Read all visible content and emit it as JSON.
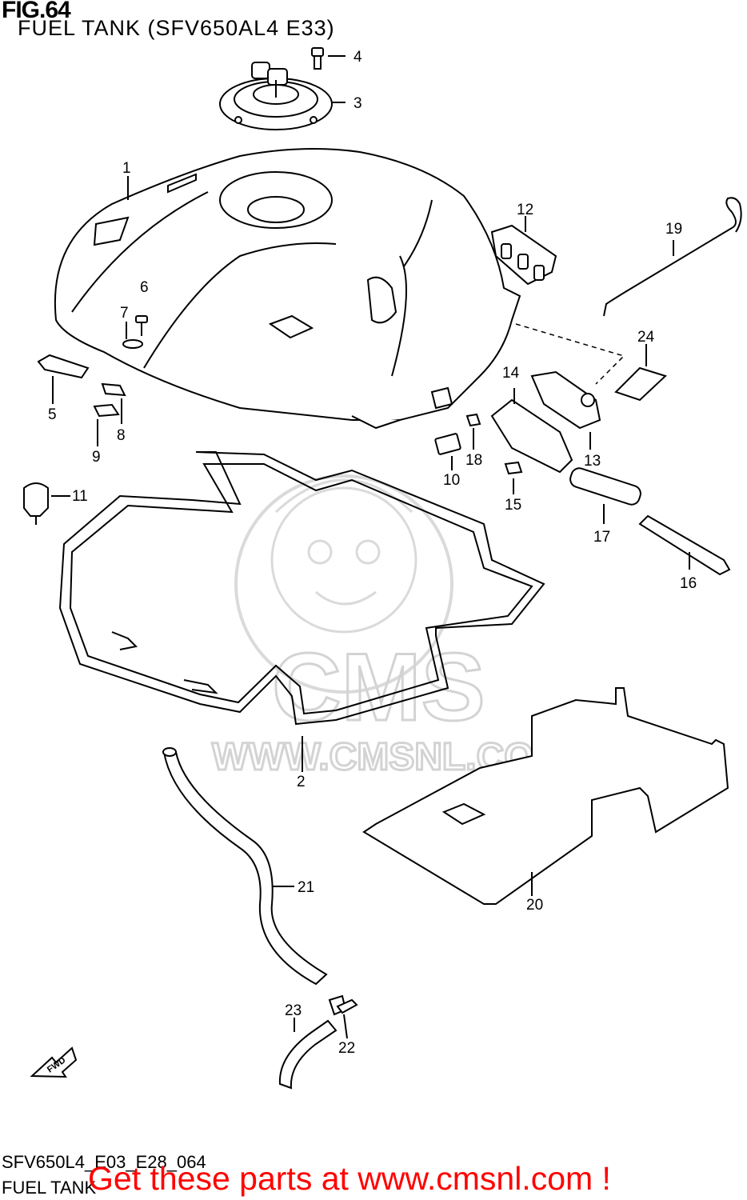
{
  "header": {
    "fig_label": "FIG.64",
    "subtitle": "FUEL TANK (SFV650AL4 E33)"
  },
  "footer": {
    "code": "SFV650L4_E03_E28_064",
    "name": "FUEL TANK",
    "banner": "Get these parts at www.cmsnl.com !"
  },
  "watermark": {
    "brand": "CMS",
    "url": "WWW.CMSNL.COM"
  },
  "badge": {
    "fwd": "FWD"
  },
  "callouts": [
    "1",
    "2",
    "3",
    "4",
    "5",
    "6",
    "7",
    "8",
    "9",
    "10",
    "11",
    "12",
    "13",
    "14",
    "15",
    "16",
    "17",
    "18",
    "19",
    "20",
    "21",
    "22",
    "23",
    "24"
  ],
  "colors": {
    "banner": "#ff0000",
    "line": "#000000",
    "watermark": "#cfcfcf"
  }
}
